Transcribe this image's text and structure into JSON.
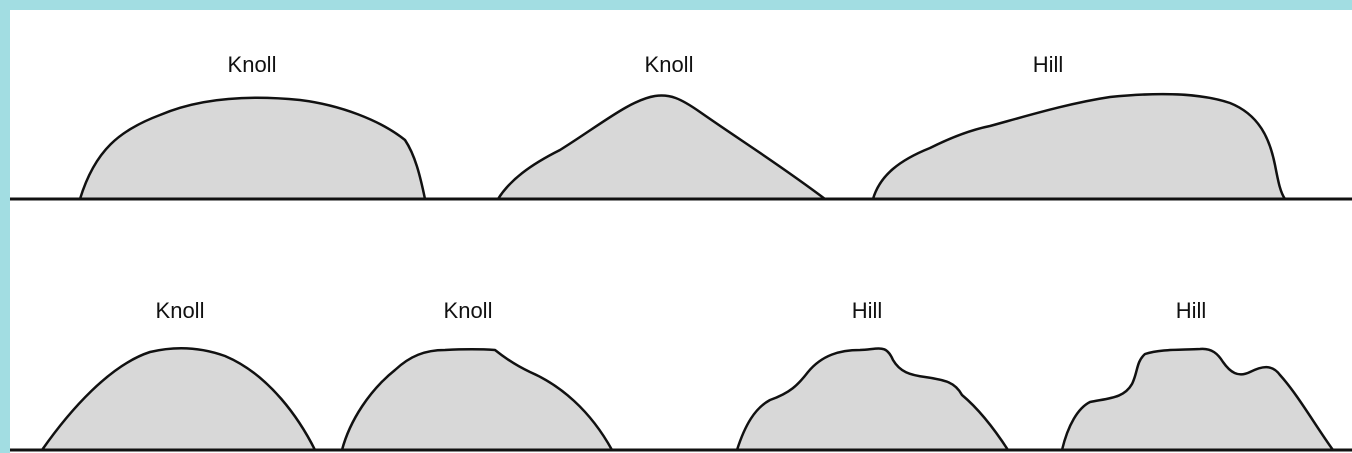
{
  "colors": {
    "border": "#a2dde2",
    "background": "#ffffff",
    "landform_fill": "#d8d8d8",
    "outline": "#111111"
  },
  "rows": [
    {
      "landforms": [
        {
          "label": "Knoll"
        },
        {
          "label": "Knoll"
        },
        {
          "label": "Hill"
        }
      ]
    },
    {
      "landforms": [
        {
          "label": "Knoll"
        },
        {
          "label": "Knoll"
        },
        {
          "label": "Hill"
        },
        {
          "label": "Hill"
        }
      ]
    }
  ]
}
